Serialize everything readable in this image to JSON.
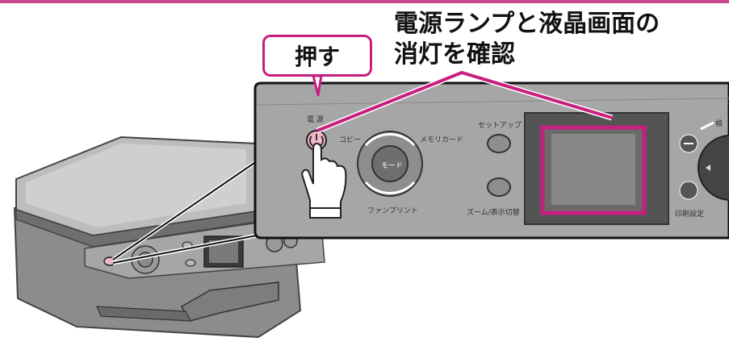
{
  "callout": {
    "label": "押す"
  },
  "headline": {
    "line1": "電源ランプと液晶画面の",
    "line2": "消灯を確認"
  },
  "panel": {
    "power_label": "電 源",
    "copy_label": "コピー",
    "memory_card_label": "メモリカード",
    "mode_button_label": "モード",
    "fun_print_label": "ファンプリント",
    "setup_label": "セットアップ",
    "zoom_label": "ズーム/表示切替",
    "print_settings_label": "印刷設定",
    "partial_label": "検"
  },
  "colors": {
    "accent": "#c71f7f",
    "lamp": "#f2b8c8",
    "panel": "#a6a6a6"
  }
}
